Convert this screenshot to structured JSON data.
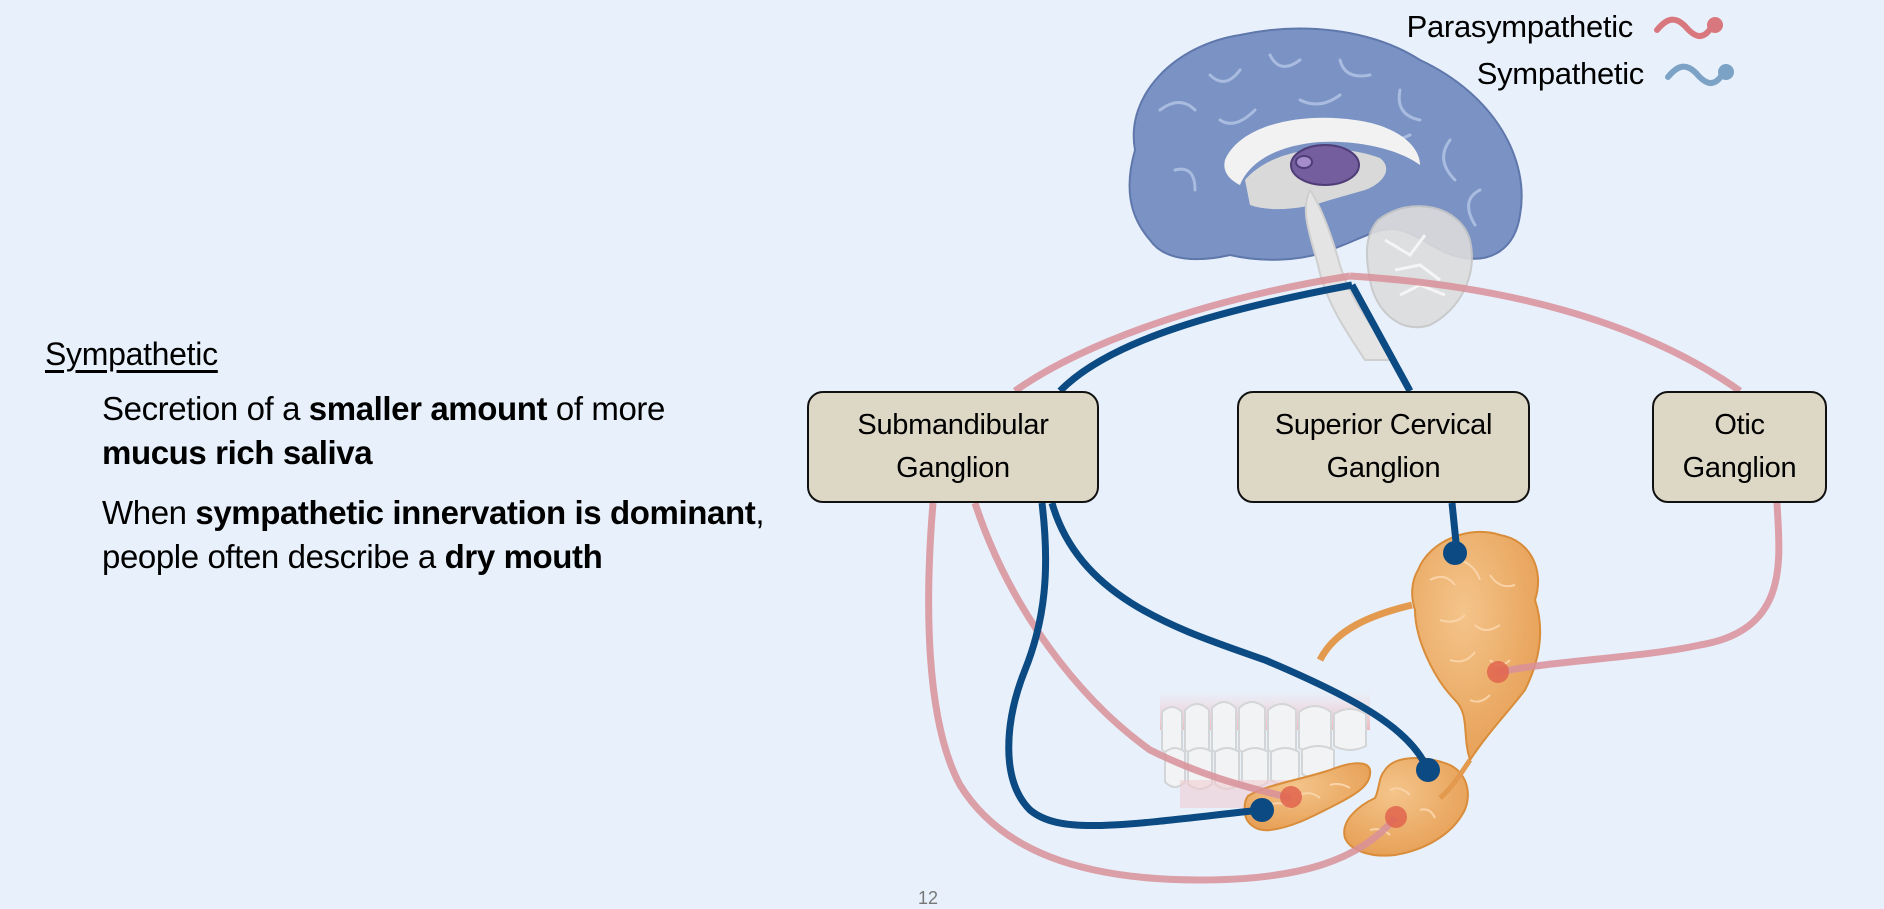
{
  "legend": {
    "items": [
      {
        "label": "Parasympathetic",
        "color": "#D9777E"
      },
      {
        "label": "Sympathetic",
        "color": "#7CA3C6"
      }
    ]
  },
  "section": {
    "heading": "Sympathetic",
    "paragraphs": [
      {
        "parts": [
          {
            "text": "Secretion of a ",
            "bold": false
          },
          {
            "text": "smaller amount",
            "bold": true
          },
          {
            "text": " of more ",
            "bold": false
          },
          {
            "text": "mucus rich saliva",
            "bold": true
          }
        ]
      },
      {
        "parts": [
          {
            "text": "When ",
            "bold": false
          },
          {
            "text": "sympathetic innervation is dominant",
            "bold": true
          },
          {
            "text": ", people often describe a ",
            "bold": false
          },
          {
            "text": "dry mouth",
            "bold": true
          }
        ]
      }
    ]
  },
  "ganglia": {
    "submandibular": {
      "line1": "Submandibular",
      "line2": "Ganglion"
    },
    "superior_cervical": {
      "line1": "Superior Cervical",
      "line2": "Ganglion"
    },
    "otic": {
      "line1": "Otic",
      "line2": "Ganglion"
    }
  },
  "colors": {
    "background": "#E8F1FB",
    "parasympathetic_line": "#D9919A",
    "sympathetic_line": "#0B4A82",
    "ganglion_fill": "#DDD8C6",
    "brain": "#7A93C4",
    "gland": "#EDAE68"
  },
  "page_number": "12"
}
